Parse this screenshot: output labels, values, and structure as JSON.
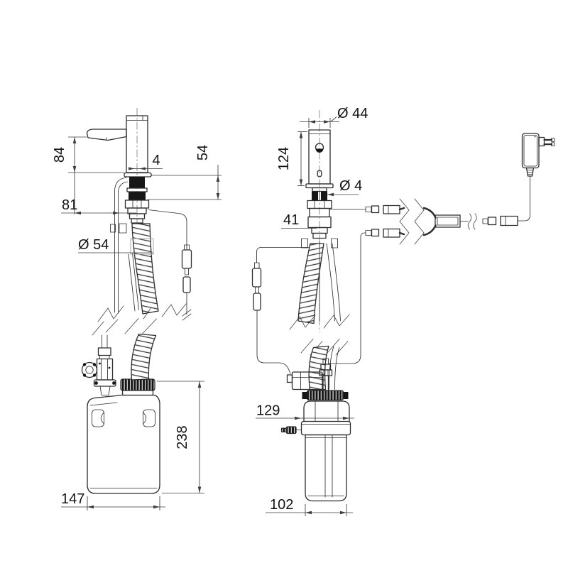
{
  "diagram": {
    "background": "#ffffff",
    "line_color": "#2d2d2d",
    "dim_color": "#3d3d3d",
    "views": {
      "faucet_side": {
        "dims": {
          "spout_height": "84",
          "nozzle_offset": "4",
          "mount_depth": "54",
          "spout_reach": "81",
          "hole_diameter": "Ø 54"
        }
      },
      "faucet_front": {
        "dims": {
          "body_diameter": "Ø 44",
          "body_height": "124",
          "cable_diameter": "Ø 4",
          "shank_width": "41"
        }
      },
      "bottle_front": {
        "dims": {
          "height": "238",
          "width": "147"
        }
      },
      "bottle_side": {
        "dims": {
          "depth": "129",
          "width": "102"
        }
      }
    }
  }
}
